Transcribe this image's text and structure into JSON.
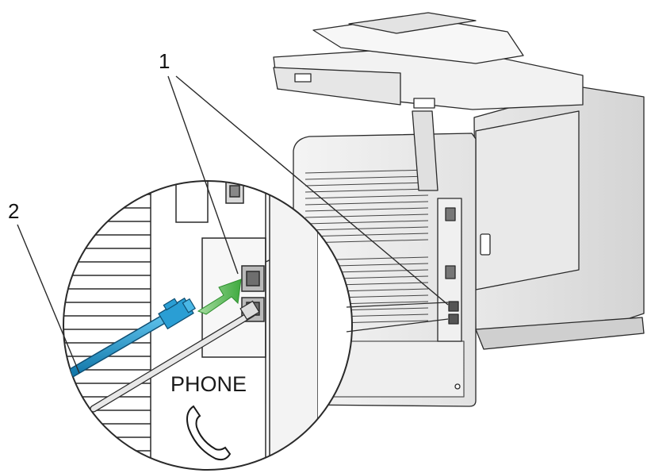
{
  "callouts": [
    {
      "number": "1"
    },
    {
      "number": "2"
    }
  ],
  "port_label": "PHONE",
  "icons": {
    "handset": "phone-handset-icon",
    "insert_arrow": "green-arrow-icon"
  },
  "colors": {
    "cable_blue": "#1e8fc4",
    "arrow_green": "#4cae4c",
    "outline": "#2a2a2a"
  }
}
